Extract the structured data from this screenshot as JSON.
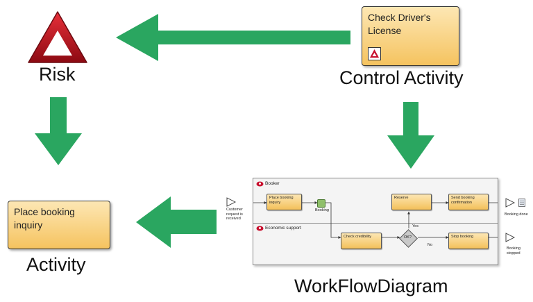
{
  "risk": {
    "label": "Risk",
    "icon": "risk-triangle-icon",
    "icon_color": "#c8102e"
  },
  "control_activity": {
    "label": "Control Activity",
    "box_text": "Check Driver's License"
  },
  "activity": {
    "label": "Activity",
    "box_text": "Place booking inquiry"
  },
  "workflow": {
    "label": "WorkFlowDiagram",
    "lanes": [
      "Booker",
      "Economic support"
    ],
    "start_event": "Customer request is received",
    "tasks": {
      "place_booking": "Place booking inquiry",
      "reserve": "Reserve",
      "send_confirmation": "Send booking confirmation",
      "check_credibility": "Check credibility",
      "stop_booking": "Stop booking"
    },
    "data_object": "Booking",
    "gateway": "OK?",
    "yes": "Yes",
    "no": "No",
    "end_done": "Booking done",
    "end_stopped": "Booking stopped"
  },
  "colors": {
    "arrow": "#2aa660",
    "box_fill_top": "#fde7b4",
    "box_fill_bottom": "#f5c35f"
  }
}
